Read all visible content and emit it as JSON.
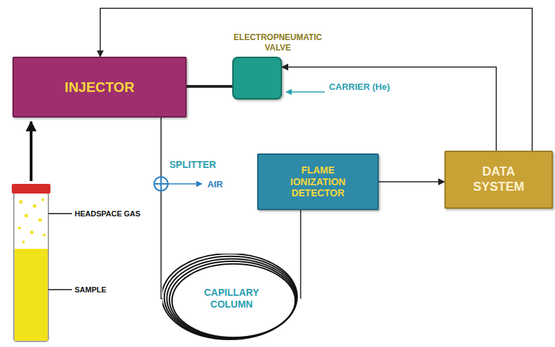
{
  "diagram": {
    "nodes": [
      {
        "text": [
          "INJECTOR"
        ]
      },
      {
        "text": [
          "ELECTROPNEUMATIC VALVE"
        ]
      },
      {
        "text": [
          "FLAME IONIZATION DETECTOR"
        ]
      },
      {
        "text": [
          "DATA SYSTEM"
        ]
      },
      {
        "text": [
          "CAPILLARY COLUMN"
        ]
      }
    ],
    "edges": [
      {
        "from": 3,
        "to": 0,
        "arrow": "to"
      },
      {
        "from": 3,
        "to": 1,
        "arrow": "to"
      },
      {
        "from": 1,
        "to": 0,
        "arrow": "none"
      },
      {
        "from": 0,
        "to": 4,
        "arrow": "none"
      },
      {
        "from": 4,
        "to": 2,
        "arrow": "none"
      },
      {
        "from": 2,
        "to": 3,
        "arrow": "to"
      }
    ],
    "labels": [
      "CARRIER (He)",
      "SPLITTER",
      "AIR",
      "HEADSPACE GAS",
      "SAMPLE"
    ]
  }
}
